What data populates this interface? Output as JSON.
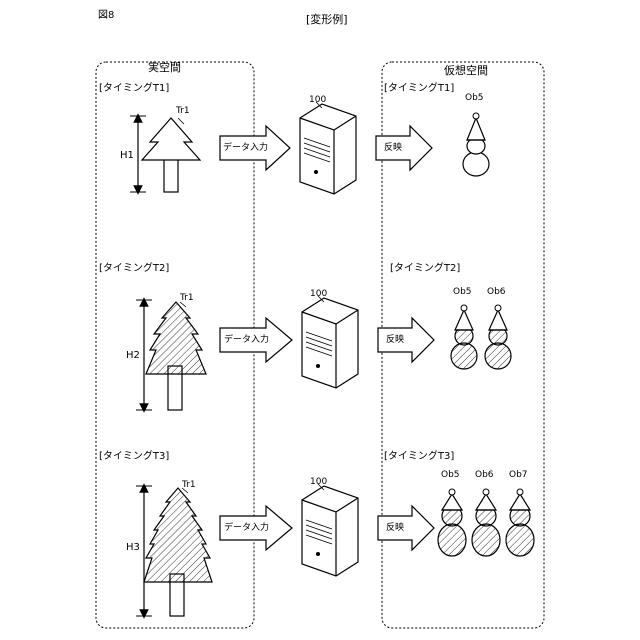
{
  "figure_label": "図8",
  "title": "[変形例]",
  "real_space_label": "実空間",
  "virtual_space_label": "仮想空間",
  "server_ref": "100",
  "tree_ref": "Tr1",
  "arrow_input_label": "データ入力",
  "arrow_reflect_label": "反映",
  "rows": [
    {
      "real_timing": "[タイミングT1]",
      "virtual_timing": "[タイミングT1]",
      "height_label": "H1",
      "objects": [
        "Ob5"
      ]
    },
    {
      "real_timing": "[タイミングT2]",
      "virtual_timing": "[タイミングT2]",
      "height_label": "H2",
      "objects": [
        "Ob5",
        "Ob6"
      ]
    },
    {
      "real_timing": "[タイミングT3]",
      "virtual_timing": "[タイミングT3]",
      "height_label": "H3",
      "objects": [
        "Ob5",
        "Ob6",
        "Ob7"
      ]
    }
  ]
}
